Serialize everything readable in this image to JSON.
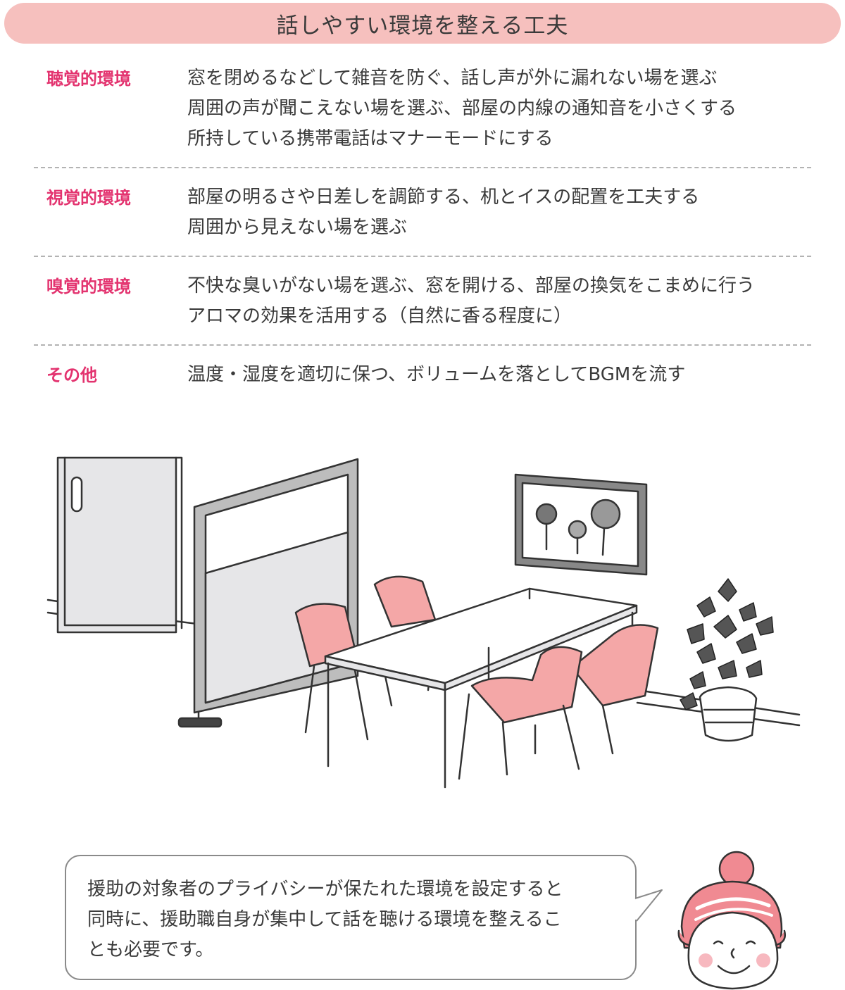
{
  "title": "話しやすい環境を整える工夫",
  "rows": [
    {
      "label": "聴覚的環境",
      "lines": [
        "窓を閉めるなどして雑音を防ぐ、話し声が外に漏れない場を選ぶ",
        "周囲の声が聞こえない場を選ぶ、部屋の内線の通知音を小さくする",
        "所持している携帯電話はマナーモードにする"
      ]
    },
    {
      "label": "視覚的環境",
      "lines": [
        "部屋の明るさや日差しを調節する、机とイスの配置を工夫する",
        "周囲から見えない場を選ぶ"
      ]
    },
    {
      "label": "嗅覚的環境",
      "lines": [
        "不快な臭いがない場を選ぶ、窓を開ける、部屋の換気をこまめに行う",
        "アロマの効果を活用する（自然に香る程度に）"
      ]
    },
    {
      "label": "その他",
      "lines": [
        "温度・湿度を適切に保つ、ボリュームを落としてBGMを流す"
      ]
    }
  ],
  "bubble": {
    "lines": [
      "援助の対象者のプライバシーが保たれた環境を設定すると",
      "同時に、援助職自身が集中して話を聴ける環境を整えるこ",
      "とも必要です。"
    ]
  },
  "colors": {
    "title_bg": "#f6c0be",
    "label": "#e3336f",
    "chair": "#f4a7a7",
    "plant": "#555555"
  },
  "icons": {
    "room": "meeting-room-illustration",
    "avatar": "smiling-woman-icon"
  }
}
